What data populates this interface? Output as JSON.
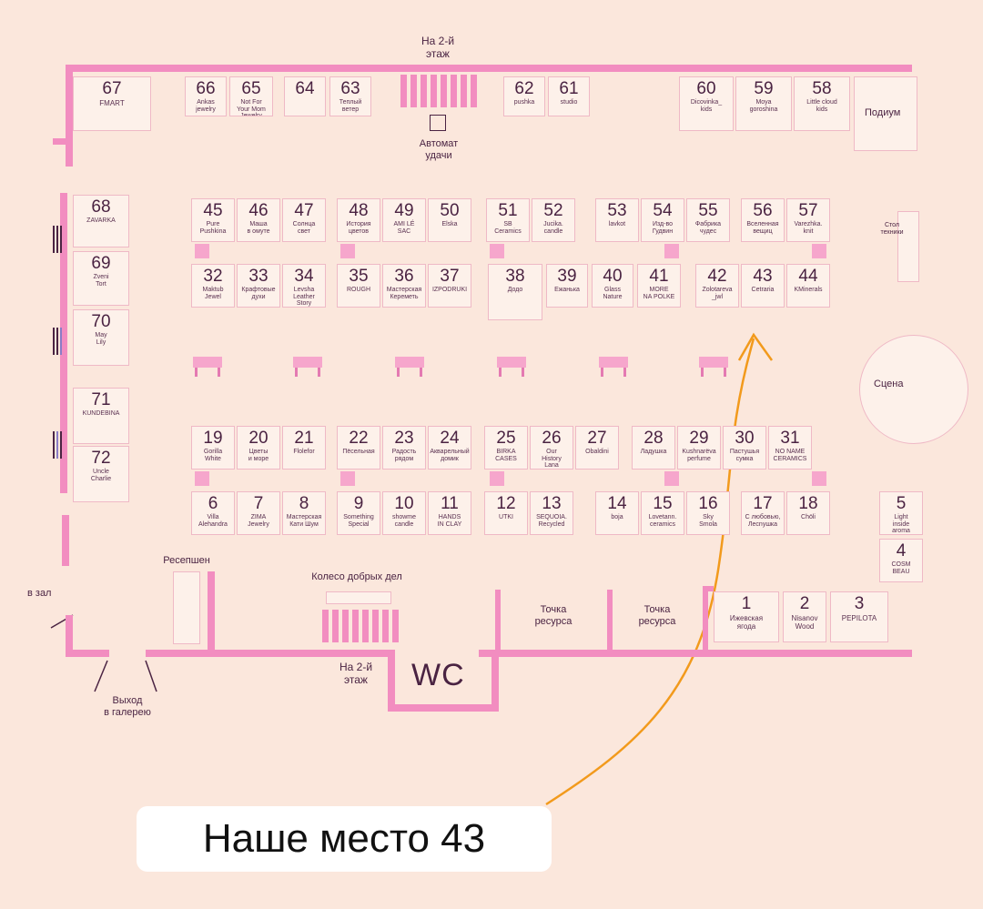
{
  "floor": {
    "top_stairs_label": "На 2-й\nэтаж",
    "bottom_stairs_label": "На 2-й\nэтаж",
    "vending_label": "Автомат\nудачи",
    "reception_label": "Ресепшен",
    "wheel_label": "Колесо добрых дел",
    "resource_point_1": "Точка\nресурса",
    "resource_point_2": "Точка\nресурса",
    "exit_label": "Выход\nв галерею",
    "hall_label": "в зал",
    "wc_label": "WC",
    "podium_label": "Подиум",
    "tech_table_label": "Стол\nтехники",
    "stage_label": "Сцена"
  },
  "booths": [
    {
      "num": "67",
      "name": "FMART"
    },
    {
      "num": "66",
      "name": "Ankas\njewelry"
    },
    {
      "num": "65",
      "name": "Not For\nYour Mom\nJewelry"
    },
    {
      "num": "64",
      "name": ""
    },
    {
      "num": "63",
      "name": "Теплый ветер"
    },
    {
      "num": "62",
      "name": "pushka"
    },
    {
      "num": "61",
      "name": "studio"
    },
    {
      "num": "60",
      "name": "Dicovinka_\nkids"
    },
    {
      "num": "59",
      "name": "Moya\ngoroshina"
    },
    {
      "num": "58",
      "name": "Little cloud\nkids"
    },
    {
      "num": "68",
      "name": "ZAVARKA"
    },
    {
      "num": "69",
      "name": "Zveni\nTort"
    },
    {
      "num": "70",
      "name": "May\nLily"
    },
    {
      "num": "71",
      "name": "KUNDEBINA"
    },
    {
      "num": "72",
      "name": "Uncle\nCharlie"
    },
    {
      "num": "45",
      "name": "Pure\nPushkina"
    },
    {
      "num": "46",
      "name": "Маша\nв омуте"
    },
    {
      "num": "47",
      "name": "Солнца\nсвет"
    },
    {
      "num": "48",
      "name": "История\nцветов"
    },
    {
      "num": "49",
      "name": "AMI LÉ\nSAC"
    },
    {
      "num": "50",
      "name": "Elska"
    },
    {
      "num": "51",
      "name": "SB\nCeramics"
    },
    {
      "num": "52",
      "name": "Jucika.\ncandle"
    },
    {
      "num": "53",
      "name": "lavkot"
    },
    {
      "num": "54",
      "name": "Изд-во\nГудвин"
    },
    {
      "num": "55",
      "name": "Фабрика\nчудес"
    },
    {
      "num": "56",
      "name": "Вселенная\nвещиц"
    },
    {
      "num": "57",
      "name": "Varezhka.\nknit"
    },
    {
      "num": "32",
      "name": "Maktub\nJewel"
    },
    {
      "num": "33",
      "name": "Крафтовые\nдухи"
    },
    {
      "num": "34",
      "name": "Levsha\nLeather\nStory"
    },
    {
      "num": "35",
      "name": "ROUGH"
    },
    {
      "num": "36",
      "name": "Мастерская\nКереметь"
    },
    {
      "num": "37",
      "name": "IZPODRUKI"
    },
    {
      "num": "38",
      "name": "Додо"
    },
    {
      "num": "39",
      "name": "Ежанька"
    },
    {
      "num": "40",
      "name": "Glass\nNature"
    },
    {
      "num": "41",
      "name": "MORE\nNA POLKE"
    },
    {
      "num": "42",
      "name": "Zolotareva\n_jwl"
    },
    {
      "num": "43",
      "name": "Cetraria"
    },
    {
      "num": "44",
      "name": "KMinerals"
    },
    {
      "num": "19",
      "name": "Gorilla\nWhite"
    },
    {
      "num": "20",
      "name": "Цветы\nи море"
    },
    {
      "num": "21",
      "name": "Flolefor"
    },
    {
      "num": "22",
      "name": "Пёсельная"
    },
    {
      "num": "23",
      "name": "Радость\nрядом"
    },
    {
      "num": "24",
      "name": "Акварельный\nдомик"
    },
    {
      "num": "25",
      "name": "BIRKA\nCASES"
    },
    {
      "num": "26",
      "name": "Our\nHistory\nLana"
    },
    {
      "num": "27",
      "name": "Obaldini"
    },
    {
      "num": "28",
      "name": "Ладушка"
    },
    {
      "num": "29",
      "name": "Kushnarëva\nperfume"
    },
    {
      "num": "30",
      "name": "Пастушья\nсумка"
    },
    {
      "num": "31",
      "name": "NO NAME\nCERAMICS"
    },
    {
      "num": "6",
      "name": "Villa\nAlehandra"
    },
    {
      "num": "7",
      "name": "ZIMA\nJewelry"
    },
    {
      "num": "8",
      "name": "Мастерская\nКати Шум"
    },
    {
      "num": "9",
      "name": "Something\nSpecial"
    },
    {
      "num": "10",
      "name": "showme\ncandle"
    },
    {
      "num": "11",
      "name": "HANDS\nIN CLAY"
    },
    {
      "num": "12",
      "name": "UTKI"
    },
    {
      "num": "13",
      "name": "SEQUOIA.\nRecycled"
    },
    {
      "num": "14",
      "name": "boja"
    },
    {
      "num": "15",
      "name": "Lovetann.\nceramics"
    },
    {
      "num": "16",
      "name": "Sky\nSmola"
    },
    {
      "num": "17",
      "name": "С любовью,\nЛесnушка"
    },
    {
      "num": "18",
      "name": "Chöli"
    },
    {
      "num": "5",
      "name": "Light\ninside\naroma"
    },
    {
      "num": "4",
      "name": "COSM\nBEAU"
    },
    {
      "num": "1",
      "name": "Ижевская\nягода"
    },
    {
      "num": "2",
      "name": "Nisanov\nWood"
    },
    {
      "num": "3",
      "name": "PEPILOTA"
    }
  ],
  "highlight": {
    "callout_text": "Наше место 43",
    "booth": "43",
    "arrow_color": "#f29a1c"
  },
  "colors": {
    "background": "#fbe7dc",
    "wall": "#f28dc0",
    "booth_border": "#efb9c6",
    "text": "#4a2342"
  }
}
